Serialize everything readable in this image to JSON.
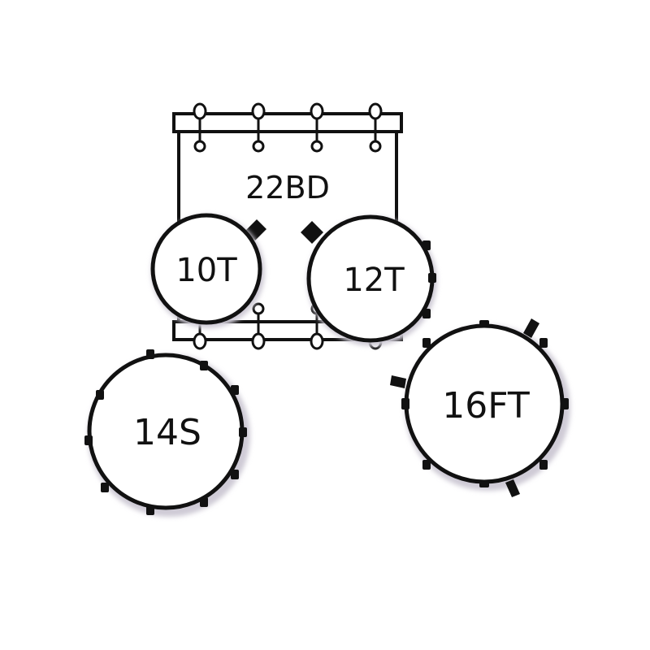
{
  "colors": {
    "ink": "#111111",
    "shadow": "#b9b5c2",
    "fill": "#ffffff"
  },
  "drums": {
    "bass": {
      "name": "22BD"
    },
    "tom_left": {
      "name": "10T"
    },
    "tom_right": {
      "name": "12T"
    },
    "snare": {
      "name": "14S"
    },
    "floor_tom": {
      "name": "16FT"
    }
  }
}
